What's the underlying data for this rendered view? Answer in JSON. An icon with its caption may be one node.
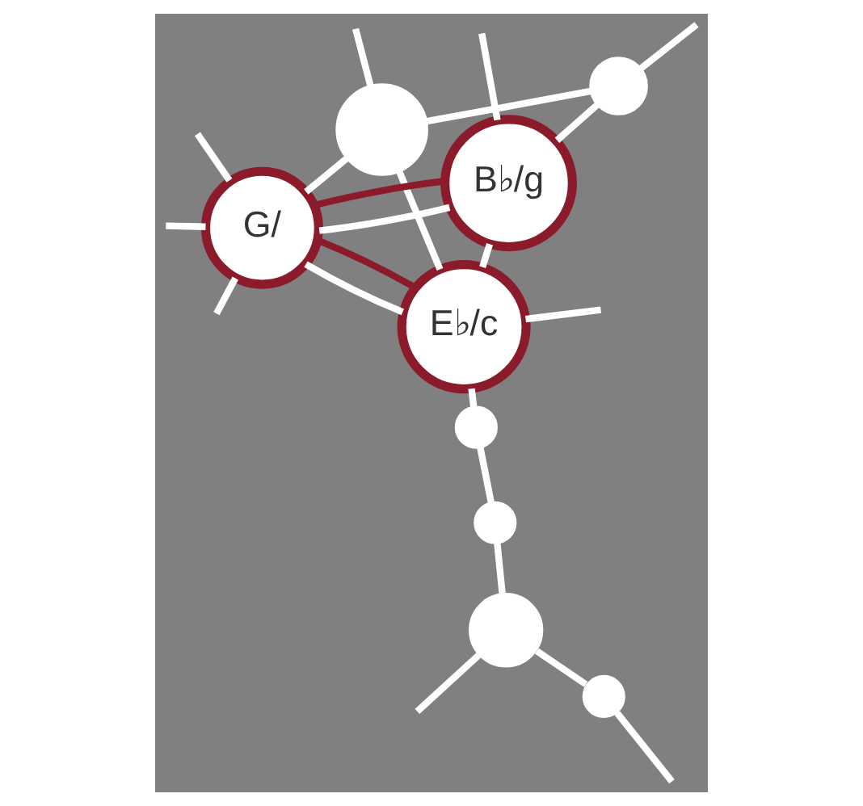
{
  "diagram": {
    "nodes": [
      {
        "text": [],
        "shape": "circle"
      },
      {
        "text": [],
        "shape": "circle"
      },
      {
        "text": [
          "G/"
        ]
      },
      {
        "text": [
          "B♭/g"
        ]
      },
      {
        "text": [
          "E♭/c"
        ]
      },
      {
        "text": [],
        "shape": "circle"
      },
      {
        "text": [],
        "shape": "circle"
      },
      {
        "text": [],
        "shape": "circle"
      },
      {
        "text": [],
        "shape": "circle"
      }
    ],
    "edges": [
      {
        "from": 1,
        "to": 0,
        "arrow": "none"
      },
      {
        "from": 0,
        "to": 2,
        "arrow": "none"
      },
      {
        "from": 1,
        "to": 3,
        "arrow": "none"
      },
      {
        "from": 3,
        "to": 4,
        "arrow": "none"
      },
      {
        "from": 4,
        "to": 5,
        "arrow": "none"
      },
      {
        "from": 5,
        "to": 6,
        "arrow": "none"
      },
      {
        "from": 6,
        "to": 8,
        "arrow": "none"
      },
      {
        "from": 8,
        "to": 7,
        "arrow": "none"
      },
      {
        "from": 3,
        "to": 2,
        "arrow": "none"
      },
      {
        "from": 4,
        "to": 2,
        "arrow": "none"
      },
      {
        "from": 0,
        "to": 4,
        "arrow": "none"
      },
      {
        "from": 3,
        "to": 2,
        "arrow": "none",
        "color": "#8b1a2b"
      },
      {
        "from": 4,
        "to": 2,
        "arrow": "none",
        "color": "#8b1a2b"
      },
      {
        "from": 2,
        "to": null,
        "arrow": "none"
      },
      {
        "from": 2,
        "to": null,
        "arrow": "none"
      },
      {
        "from": 2,
        "to": null,
        "arrow": "none"
      },
      {
        "from": 1,
        "to": null,
        "arrow": "none"
      },
      {
        "from": 3,
        "to": null,
        "arrow": "none"
      },
      {
        "from": 0,
        "to": null,
        "arrow": "none"
      },
      {
        "from": 4,
        "to": null,
        "arrow": "none"
      },
      {
        "from": 8,
        "to": null,
        "arrow": "none"
      },
      {
        "from": 7,
        "to": null,
        "arrow": "none"
      }
    ]
  }
}
